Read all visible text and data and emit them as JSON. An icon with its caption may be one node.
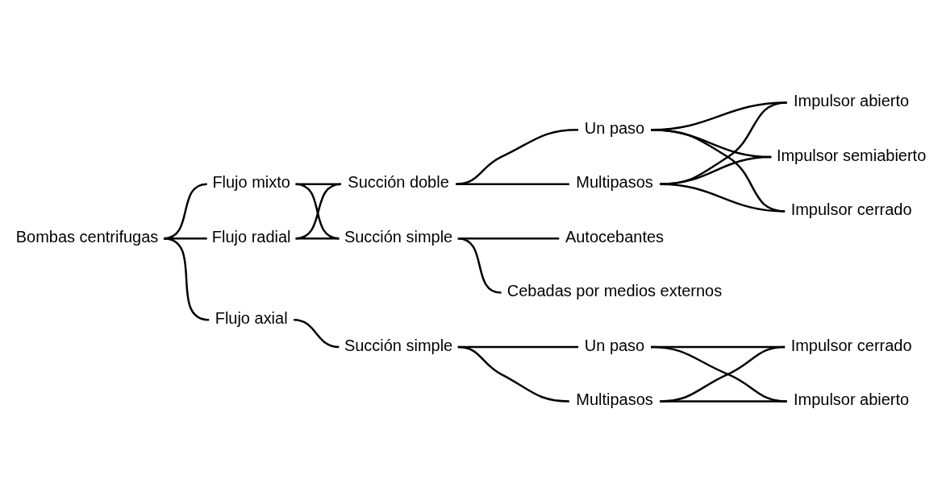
{
  "diagram": {
    "nodes": [
      {
        "text": [
          "Bombas centrifugas"
        ]
      },
      {
        "text": [
          "Flujo radial"
        ]
      },
      {
        "text": [
          "Flujo mixto"
        ]
      },
      {
        "text": [
          "Flujo axial"
        ]
      },
      {
        "text": [
          "Succión simple"
        ]
      },
      {
        "text": [
          "Succión doble"
        ]
      },
      {
        "text": [
          "Autocebantes"
        ]
      },
      {
        "text": [
          "Cebadas por medios externos"
        ]
      },
      {
        "text": [
          "Un paso"
        ]
      },
      {
        "text": [
          "Multipasos"
        ]
      },
      {
        "text": [
          "Impulsor abierto"
        ]
      },
      {
        "text": [
          "Impulsor semiabierto"
        ]
      },
      {
        "text": [
          "Impulsor cerrado"
        ]
      },
      {
        "text": [
          "Succión simple"
        ]
      },
      {
        "text": [
          "Un paso"
        ]
      },
      {
        "text": [
          "Multipasos"
        ]
      },
      {
        "text": [
          "Impulsor abierto"
        ]
      },
      {
        "text": [
          "Impulsor cerrado"
        ]
      }
    ],
    "edges": [
      {
        "from": 0,
        "to": 1,
        "arrow": "none"
      },
      {
        "from": 0,
        "to": 2,
        "arrow": "none"
      },
      {
        "from": 0,
        "to": 3,
        "arrow": "none"
      },
      {
        "from": 1,
        "to": 4,
        "arrow": "none"
      },
      {
        "from": 1,
        "to": 5,
        "arrow": "none"
      },
      {
        "from": 2,
        "to": 4,
        "arrow": "none"
      },
      {
        "from": 2,
        "to": 5,
        "arrow": "none"
      },
      {
        "from": 4,
        "to": 6,
        "arrow": "none"
      },
      {
        "from": 4,
        "to": 7,
        "arrow": "none"
      },
      {
        "from": 5,
        "to": 8,
        "arrow": "none"
      },
      {
        "from": 5,
        "to": 9,
        "arrow": "none"
      },
      {
        "from": 8,
        "to": 10,
        "arrow": "none"
      },
      {
        "from": 8,
        "to": 11,
        "arrow": "none"
      },
      {
        "from": 8,
        "to": 12,
        "arrow": "none"
      },
      {
        "from": 9,
        "to": 10,
        "arrow": "none"
      },
      {
        "from": 9,
        "to": 11,
        "arrow": "none"
      },
      {
        "from": 9,
        "to": 12,
        "arrow": "none"
      },
      {
        "from": 3,
        "to": 13,
        "arrow": "none"
      },
      {
        "from": 13,
        "to": 14,
        "arrow": "none"
      },
      {
        "from": 13,
        "to": 15,
        "arrow": "none"
      },
      {
        "from": 14,
        "to": 16,
        "arrow": "none"
      },
      {
        "from": 14,
        "to": 17,
        "arrow": "none"
      },
      {
        "from": 15,
        "to": 16,
        "arrow": "none"
      },
      {
        "from": 15,
        "to": 17,
        "arrow": "none"
      }
    ]
  }
}
